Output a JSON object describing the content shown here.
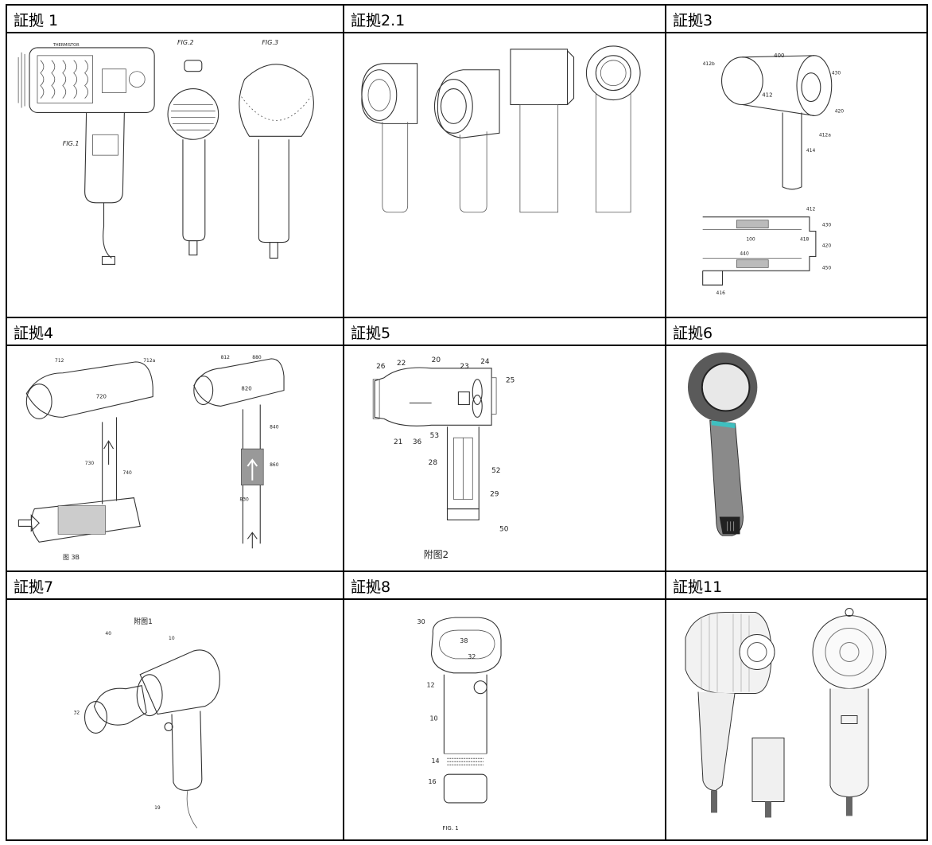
{
  "headers": [
    "証拠 1",
    "証拠2.1",
    "証拠3",
    "証拠4",
    "証拠5",
    "証拠6",
    "証拠7",
    "証拠8",
    "証拠11"
  ],
  "ev1": {
    "fig1": "FIG.1",
    "fig2": "FIG.2",
    "fig3": "FIG.3",
    "thermistor": "THERMISTOR"
  },
  "ev3": {
    "n400": "400",
    "n412b": "412b",
    "n412": "412",
    "n430": "430",
    "n420": "420",
    "n412a": "412a",
    "n414": "414",
    "n450": "450",
    "n100": "100",
    "n418": "418",
    "n440": "440",
    "n416": "416"
  },
  "ev4": {
    "fig_label": "图 3B",
    "n712": "712",
    "n712a": "712a",
    "n720": "720",
    "n730": "730",
    "n740": "740",
    "n812": "812",
    "n880": "880",
    "n820": "820",
    "n830": "830",
    "n860": "860",
    "n840": "840"
  },
  "ev5": {
    "fig_label": "附图2",
    "n20": "20",
    "n21": "21",
    "n22": "22",
    "n23": "23",
    "n24": "24",
    "n25": "25",
    "n26": "26",
    "n28": "28",
    "n29": "29",
    "n36": "36",
    "n50": "50",
    "n52": "52",
    "n53": "53"
  },
  "ev7": {
    "fig_label": "附图1",
    "n40": "40",
    "n10": "10",
    "n32": "32",
    "n19": "19"
  },
  "ev8": {
    "fig_label": "FIG. 1",
    "n30": "30",
    "n38": "38",
    "n32": "32",
    "n12": "12",
    "n10": "10",
    "n14": "14",
    "n16": "16"
  }
}
